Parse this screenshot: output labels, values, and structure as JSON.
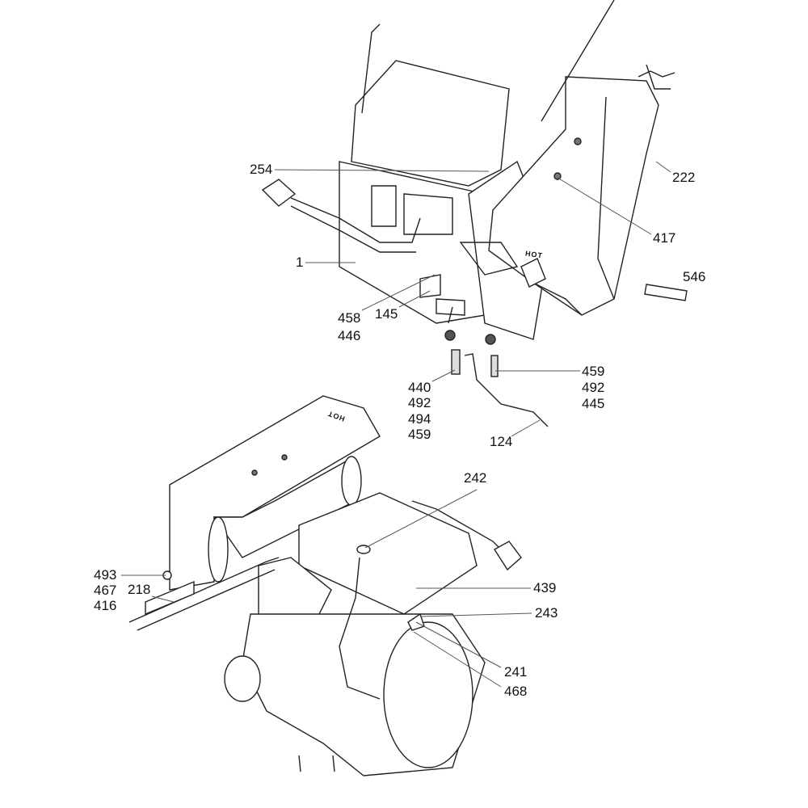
{
  "diagram": {
    "hot_marking": "HOT",
    "callouts": {
      "c254": "254",
      "c222": "222",
      "c417": "417",
      "c1": "1",
      "c546": "546",
      "c458": "458",
      "c446": "446",
      "c145": "145",
      "c459a": "459",
      "c492a": "492",
      "c445": "445",
      "c440": "440",
      "c492b": "492",
      "c494": "494",
      "c459b": "459",
      "c124": "124",
      "c242": "242",
      "c493": "493",
      "c467": "467",
      "c416": "416",
      "c218": "218",
      "c439": "439",
      "c243": "243",
      "c241": "241",
      "c468": "468"
    }
  }
}
